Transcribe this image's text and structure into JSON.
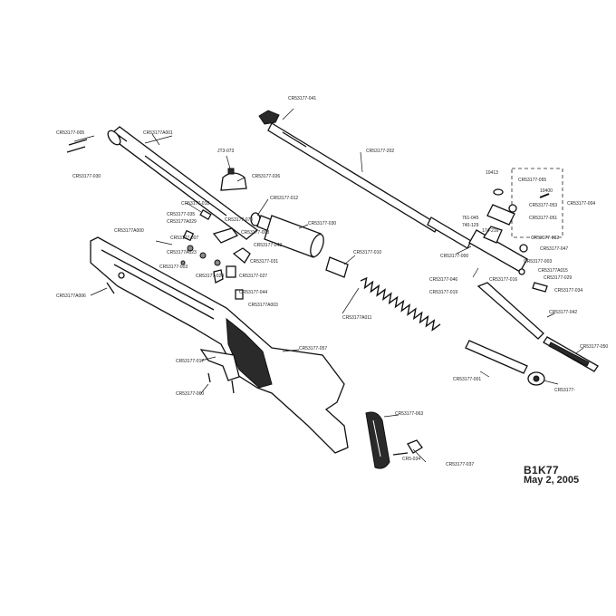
{
  "diagram": {
    "model_code": "B1K77",
    "date": "May 2, 2005",
    "labels": [
      {
        "id": "l1",
        "text": "CR53177-041"
      },
      {
        "id": "l2",
        "text": "CR53177-202"
      },
      {
        "id": "l3",
        "text": "CR53177-005"
      },
      {
        "id": "l4",
        "text": "CR53177A001"
      },
      {
        "id": "l5",
        "text": "CR53177-030"
      },
      {
        "id": "l6",
        "text": "JT3-073"
      },
      {
        "id": "l7",
        "text": "CR53177-026"
      },
      {
        "id": "l8",
        "text": "CR53177-018"
      },
      {
        "id": "l9",
        "text": "CR53177-012"
      },
      {
        "id": "l10",
        "text": "CR53177-070"
      },
      {
        "id": "l11",
        "text": "CR53177-035"
      },
      {
        "id": "l12",
        "text": "CR53177A029"
      },
      {
        "id": "l13",
        "text": "CR53177-008"
      },
      {
        "id": "l14",
        "text": "CR53177A000"
      },
      {
        "id": "l15",
        "text": "CR53177-007"
      },
      {
        "id": "l16",
        "text": "CR53177A023"
      },
      {
        "id": "l17",
        "text": "CR53177-003"
      },
      {
        "id": "l18",
        "text": "CR53177-043"
      },
      {
        "id": "l19",
        "text": "CR53177-031"
      },
      {
        "id": "l20",
        "text": "CR53177-027"
      },
      {
        "id": "l21",
        "text": "CR53177-044"
      },
      {
        "id": "l22",
        "text": "CR53177A003"
      },
      {
        "id": "l23",
        "text": "CR53177-024"
      },
      {
        "id": "l24",
        "text": "CR53177A006"
      },
      {
        "id": "l25",
        "text": "CR53177-017"
      },
      {
        "id": "l26",
        "text": "CR53177A011"
      },
      {
        "id": "l27",
        "text": "CR53177-010"
      },
      {
        "id": "l28",
        "text": "CR53177-060"
      },
      {
        "id": "l29",
        "text": "CR53177-057"
      },
      {
        "id": "l30",
        "text": "CR53177-001"
      },
      {
        "id": "l31",
        "text": "CR53177-063"
      },
      {
        "id": "l32",
        "text": "CR5-034"
      },
      {
        "id": "l33",
        "text": "CR53177-037"
      },
      {
        "id": "l34",
        "text": "10413"
      },
      {
        "id": "l35",
        "text": "CR53177-055"
      },
      {
        "id": "l36",
        "text": "10400"
      },
      {
        "id": "l37",
        "text": "CR53177-053"
      },
      {
        "id": "l38",
        "text": "761-045"
      },
      {
        "id": "l39",
        "text": "CR53177-051"
      },
      {
        "id": "l40",
        "text": "CR53177-004"
      },
      {
        "id": "l41",
        "text": "740-129"
      },
      {
        "id": "l42",
        "text": "174-216"
      },
      {
        "id": "l43",
        "text": "CR53177-032"
      },
      {
        "id": "l44",
        "text": "CR53177-000"
      },
      {
        "id": "l45",
        "text": "CR53177-047"
      },
      {
        "id": "l46",
        "text": "CR53177-003"
      },
      {
        "id": "l47",
        "text": "CR53177A015"
      },
      {
        "id": "l48",
        "text": "CR53177-029"
      },
      {
        "id": "l49",
        "text": "CR53177-046"
      },
      {
        "id": "l50",
        "text": "CR53177-019"
      },
      {
        "id": "l51",
        "text": "CR53177-016"
      },
      {
        "id": "l52",
        "text": "CR53177-034"
      },
      {
        "id": "l53",
        "text": "CR53177-042"
      },
      {
        "id": "l54",
        "text": "CR53177-050"
      },
      {
        "id": "l55",
        "text": "CR53177-"
      },
      {
        "id": "l56",
        "text": "CR53177-030"
      }
    ]
  }
}
